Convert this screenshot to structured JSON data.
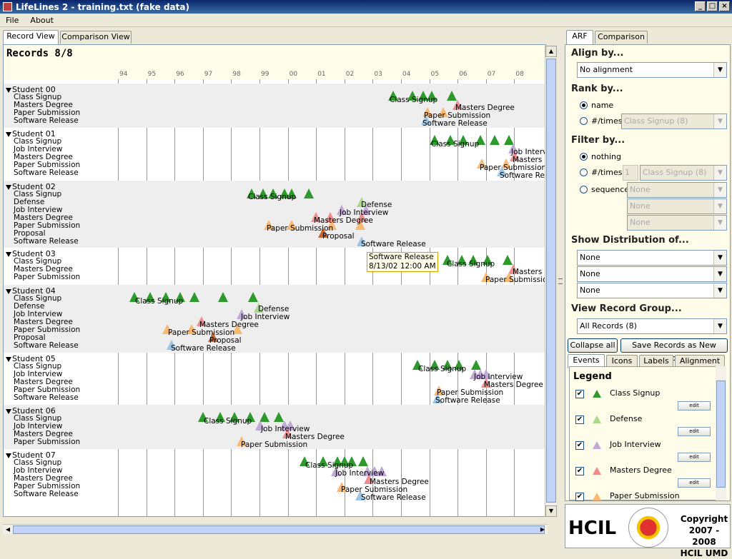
{
  "window": {
    "title": "LifeLines 2 - training.txt (fake data)"
  },
  "menu": [
    "File",
    "About"
  ],
  "left_tabs": [
    "Record View",
    "Comparison View"
  ],
  "right_tabs": [
    "ARF",
    "Comparison"
  ],
  "records_header": "Records 8/8",
  "years": [
    "94",
    "95",
    "96",
    "97",
    "98",
    "99",
    "00",
    "01",
    "02",
    "03",
    "04",
    "05",
    "06",
    "07",
    "08"
  ],
  "students": [
    {
      "name": "Student 00",
      "events": [
        "Class Signup",
        "Masters Degree",
        "Paper Submission",
        "Software Release"
      ]
    },
    {
      "name": "Student 01",
      "events": [
        "Class Signup",
        "Job Interview",
        "Masters Degree",
        "Paper Submission",
        "Software Release"
      ]
    },
    {
      "name": "Student 02",
      "events": [
        "Class Signup",
        "Defense",
        "Job Interview",
        "Masters Degree",
        "Paper Submission",
        "Proposal",
        "Software Release"
      ]
    },
    {
      "name": "Student 03",
      "events": [
        "Class Signup",
        "Masters Degree",
        "Paper Submission"
      ]
    },
    {
      "name": "Student 04",
      "events": [
        "Class Signup",
        "Defense",
        "Job Interview",
        "Masters Degree",
        "Paper Submission",
        "Proposal",
        "Software Release"
      ]
    },
    {
      "name": "Student 05",
      "events": [
        "Class Signup",
        "Job Interview",
        "Masters Degree",
        "Paper Submission",
        "Software Release"
      ]
    },
    {
      "name": "Student 06",
      "events": [
        "Class Signup",
        "Job Interview",
        "Masters Degree",
        "Paper Submission"
      ]
    },
    {
      "name": "Student 07",
      "events": [
        "Class Signup",
        "Job Interview",
        "Masters Degree",
        "Paper Submission",
        "Software Release"
      ]
    }
  ],
  "timeline_labels": {
    "s00": [
      "Class Signup",
      "Masters Degree",
      "Paper Submission",
      "Software Release"
    ],
    "s01": [
      "Class Signup",
      "Job Interv",
      "Masters D",
      "Paper Submission",
      "Software Rele"
    ],
    "s02": [
      "Class Signup",
      "Defense",
      "Job Interview",
      "Masters Degree",
      "Paper Submission",
      "Proposal",
      "Software Release"
    ],
    "s03": [
      "Class Signup",
      "Masters D",
      "Paper Submission"
    ],
    "s04": [
      "Class Signup",
      "Defense",
      "Job Interview",
      "Masters Degree",
      "Paper Submission",
      "Proposal",
      "Software Release"
    ],
    "s05": [
      "Class Signup",
      "Job Interview",
      "Masters Degree",
      "Paper Submission",
      "Software Release"
    ],
    "s06": [
      "Class Signup",
      "Job Interview",
      "Masters Degree",
      "Paper Submission"
    ],
    "s07": [
      "Class Signup",
      "Job Interview",
      "Masters Degree",
      "Paper Submission",
      "Software Release"
    ]
  },
  "tooltip": {
    "line1": "Software Release",
    "line2": "8/13/02 12:00 AM"
  },
  "align": {
    "label": "Align by...",
    "value": "No alignment"
  },
  "rank": {
    "label": "Rank by...",
    "opt_name": "name",
    "opt_times": "#/times",
    "times_value": "Class Signup (8)"
  },
  "filter": {
    "label": "Filter by...",
    "opt_nothing": "nothing",
    "opt_times": "#/times",
    "times_count": "1",
    "times_value": "Class Signup (8)",
    "opt_sequence": "sequence",
    "seq_values": [
      "None",
      "None",
      "None"
    ]
  },
  "distribution": {
    "label": "Show Distribution of...",
    "values": [
      "None",
      "None",
      "None"
    ]
  },
  "record_group": {
    "label": "View Record Group...",
    "value": "All Records (8)"
  },
  "buttons": {
    "collapse": "Collapse all",
    "save_group": "Save Records as New Group"
  },
  "bottom_tabs": [
    "Events",
    "Icons",
    "Labels",
    "Alignment"
  ],
  "legend": {
    "title": "Legend",
    "edit": "edit",
    "items": [
      {
        "name": "Class Signup",
        "color": "#2e9a2e"
      },
      {
        "name": "Defense",
        "color": "#a8d888"
      },
      {
        "name": "Job Interview",
        "color": "#c0a8d8"
      },
      {
        "name": "Masters Degree",
        "color": "#f08c8c"
      },
      {
        "name": "Paper Submission",
        "color": "#f8b870"
      }
    ]
  },
  "colors": {
    "class_signup": "#2e9a2e",
    "defense": "#a8d888",
    "job_interview": "#c0a8d8",
    "masters_degree": "#f08c8c",
    "paper_submission": "#f8b870",
    "software_release": "#9cc4e4",
    "proposal": "#c86428"
  },
  "footer": {
    "logo": "HCIL",
    "copyright_l1": "Copyright",
    "copyright_l2": "2007 - 2008",
    "copyright_l3": "HCIL UMD"
  }
}
